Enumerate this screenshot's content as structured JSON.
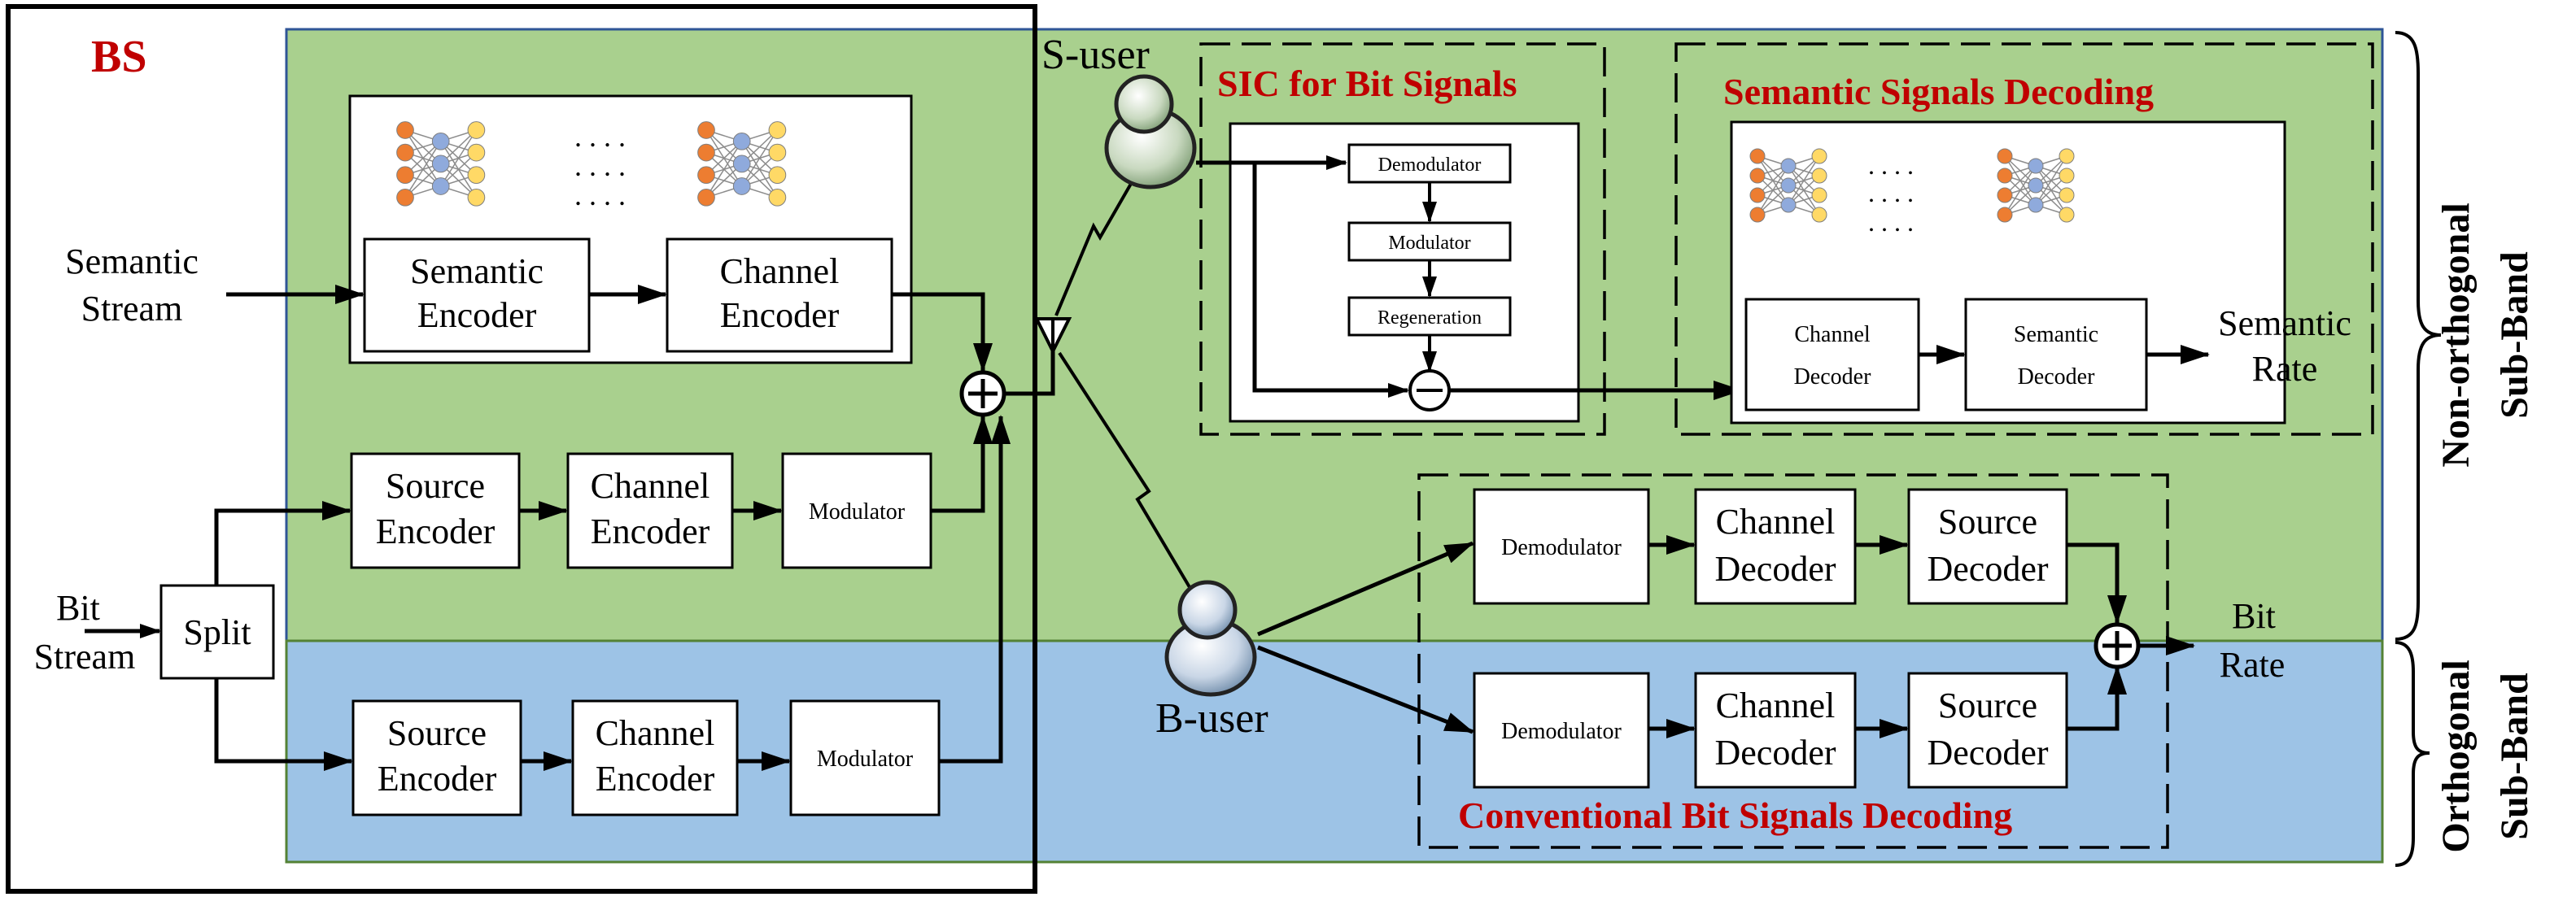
{
  "colors": {
    "non_orthogonal_band": "#a9d08e",
    "orthogonal_band": "#9dc3e6",
    "title_red": "#c00000",
    "neuron_orange": "#ed7d31",
    "neuron_blue": "#8faadc",
    "neuron_yellow": "#ffd966"
  },
  "bs": {
    "title": "BS"
  },
  "inputs": {
    "semantic_stream": [
      "Semantic",
      "Stream"
    ],
    "bit_stream": [
      "Bit",
      "Stream"
    ],
    "split": "Split"
  },
  "semantic_tx": {
    "semantic_encoder": [
      "Semantic",
      "Encoder"
    ],
    "channel_encoder": [
      "Channel",
      "Encoder"
    ]
  },
  "bit_tx_nonorth": {
    "source_encoder": [
      "Source",
      "Encoder"
    ],
    "channel_encoder": [
      "Channel",
      "Encoder"
    ],
    "modulator": "Modulator"
  },
  "bit_tx_orth": {
    "source_encoder": [
      "Source",
      "Encoder"
    ],
    "channel_encoder": [
      "Channel",
      "Encoder"
    ],
    "modulator": "Modulator"
  },
  "users": {
    "s_user": "S-user",
    "b_user": "B-user"
  },
  "sic": {
    "title": "SIC for Bit Signals",
    "demodulator": "Demodulator",
    "modulator": "Modulator",
    "regeneration": "Regeneration"
  },
  "semantic_rx": {
    "title": "Semantic Signals Decoding",
    "channel_decoder": [
      "Channel",
      "Decoder"
    ],
    "semantic_decoder": [
      "Semantic",
      "Decoder"
    ],
    "rate_label": [
      "Semantic",
      "Rate"
    ]
  },
  "bit_rx": {
    "title": "Conventional Bit Signals Decoding",
    "top": {
      "demodulator": "Demodulator",
      "channel_decoder": [
        "Channel",
        "Decoder"
      ],
      "source_decoder": [
        "Source",
        "Decoder"
      ]
    },
    "bottom": {
      "demodulator": "Demodulator",
      "channel_decoder": [
        "Channel",
        "Decoder"
      ],
      "source_decoder": [
        "Source",
        "Decoder"
      ]
    },
    "rate_label": [
      "Bit",
      "Rate"
    ]
  },
  "bands": {
    "non_orthogonal": [
      "Non-orthogonal",
      "Sub-Band"
    ],
    "orthogonal": [
      "Orthogonal",
      "Sub-Band"
    ]
  },
  "ellipsis": ". . . ."
}
